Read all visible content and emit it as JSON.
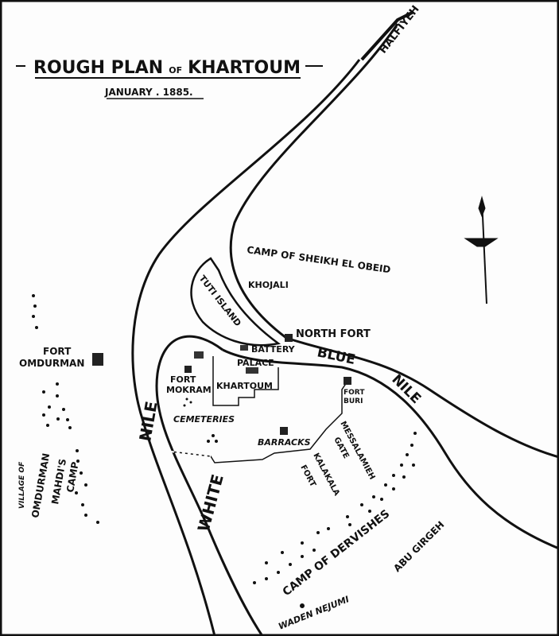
{
  "title": {
    "rough_plan": "ROUGH PLAN",
    "of": "OF",
    "khartoum": "KHARTOUM",
    "date": "JANUARY . 1885."
  },
  "labels": {
    "halfiyeh": "HALFIYEH",
    "camp_sheikh": "CAMP OF SHEIKH EL OBEID",
    "khojali": "KHOJALI",
    "tuti_island": "TUTI ISLAND",
    "north_fort": "NORTH FORT",
    "battery": "BATTERY",
    "palace": "PALACE",
    "blue": "BLUE",
    "nile_blue": "NILE",
    "fort_omdurman_1": "FORT",
    "fort_omdurman_2": "OMDURMAN",
    "fort_mokram_1": "FORT",
    "fort_mokram_2": "MOKRAM",
    "khartoum_town": "KHARTOUM",
    "fort_buri_1": "FORT",
    "fort_buri_2": "BURI",
    "cemeteries": "CEMETERIES",
    "barracks": "BARRACKS",
    "messalamieh_1": "MESSALAMIEH",
    "messalamieh_2": "GATE",
    "kalakala_1": "KALAKALA",
    "kalakala_2": "FORT",
    "nile_white": "NILE",
    "white": "WHITE",
    "village_of": "VILLAGE OF",
    "omdurman_village": "OMDURMAN",
    "mahdis": "MAHDI'S",
    "camp": "CAMP",
    "camp_dervishes": "CAMP OF DERVISHES",
    "abu_girgeh": "ABU GIRGEH",
    "waden_nejumi": "WADEN NEJUMI"
  },
  "colors": {
    "ink": "#111111",
    "paper": "#fdfdfd"
  }
}
